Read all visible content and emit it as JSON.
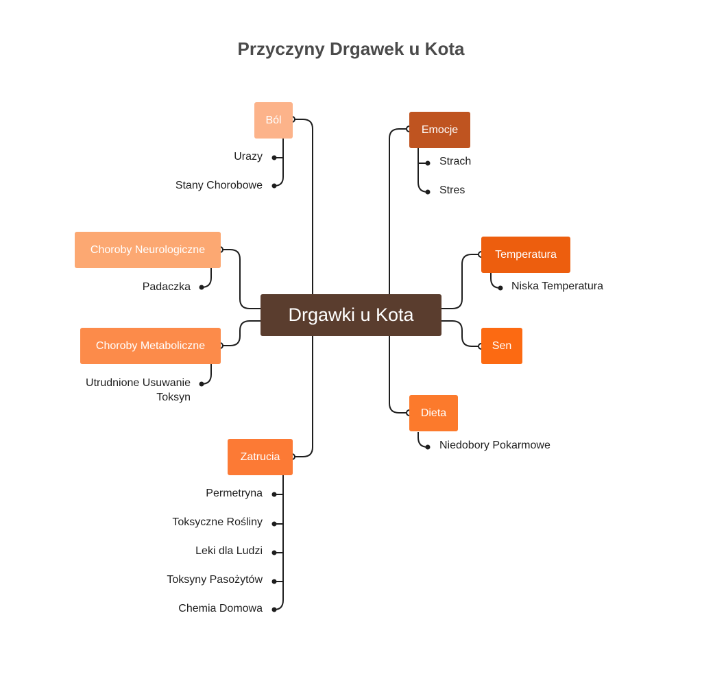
{
  "title": "Przyczyny Drgawek u Kota",
  "center": "Drgawki u Kota",
  "categories": {
    "bol": "Ból",
    "neuro": "Choroby Neurologiczne",
    "meta": "Choroby Metaboliczne",
    "zatrucia": "Zatrucia",
    "emocje": "Emocje",
    "temperatura": "Temperatura",
    "sen": "Sen",
    "dieta": "Dieta"
  },
  "leaves": {
    "bol": [
      "Urazy",
      "Stany Chorobowe"
    ],
    "neuro": [
      "Padaczka"
    ],
    "meta": [
      "Utrudnione Usuwanie",
      "Toksyn"
    ],
    "zatrucia": [
      "Permetryna",
      "Toksyczne Rośliny",
      "Leki dla Ludzi",
      "Toksyny Pasożytów",
      "Chemia Domowa"
    ],
    "emocje": [
      "Strach",
      "Stres"
    ],
    "temperatura": [
      "Niska Temperatura"
    ],
    "dieta": [
      "Niedobory Pokarmowe"
    ]
  },
  "colors": {
    "center": "#5a3d2e",
    "bol": "#fcb38a",
    "neuro": "#fca872",
    "meta": "#fc8b4a",
    "zatrucia": "#fc7a35",
    "emocje": "#bf5420",
    "temperatura": "#ed5e0e",
    "sen": "#fc6a12",
    "dieta": "#fc7a2c",
    "line": "#1e1e1e"
  }
}
